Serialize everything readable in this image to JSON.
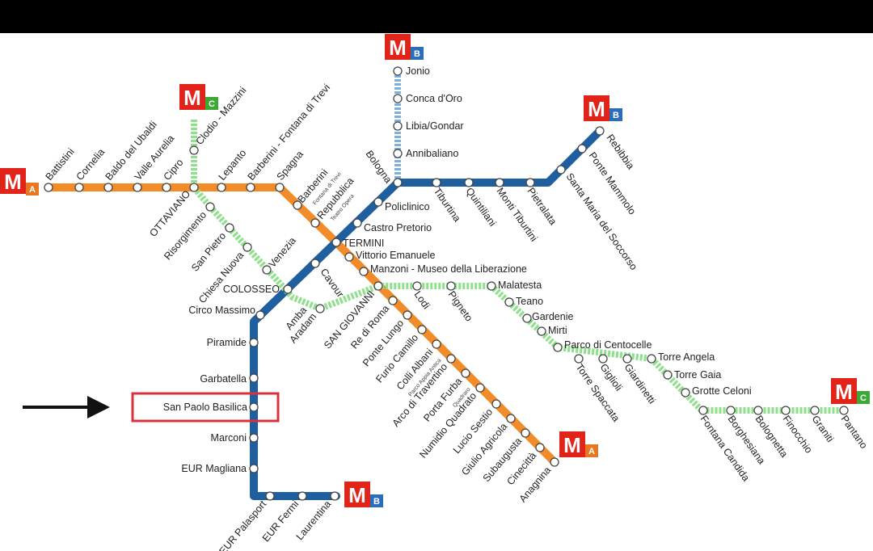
{
  "lines": {
    "A": {
      "name": "A",
      "color": "#f28c28",
      "logo_color": "#e87722"
    },
    "B": {
      "name": "B",
      "color": "#1f5fa0",
      "logo_color": "#2a6ebb"
    },
    "B1": {
      "name": "B",
      "color": "#7fb0dc",
      "logo_color": "#2a6ebb"
    },
    "C": {
      "name": "C",
      "color": "#8ee08a",
      "logo_color": "#3aa935"
    }
  },
  "metro_logo": {
    "letter": "M",
    "color": "#e2231a"
  },
  "highlight": {
    "station": "San Paolo Basilica",
    "box_color": "#d9323c",
    "arrow_color": "#111111"
  },
  "stations": {
    "battistini": "Battistini",
    "cornelia": "Cornelia",
    "baldo": "Baldo del Ubaldi",
    "valle": "Valle Aurelia",
    "cipro": "Cipro",
    "ottaviano": "OTTAVIANO",
    "lepanto": "Lepanto",
    "barberini_ft": "Barberini - Fontana di Trevi",
    "spagna": "Spagna",
    "barberini": "Barberini",
    "fontana_trevi": "Fontana di Trevi",
    "repubblica": "Repubblica",
    "teatro_opera": "Teatro Opera",
    "termini": "TERMINI",
    "vittorio": "Vittorio Emanuele",
    "manzoni": "Manzoni - Museo della Liberazione",
    "sangiovanni": "SAN GIOVANNI",
    "rediroma": "Re di Roma",
    "pontelungo": "Ponte Lungo",
    "furio": "Furio Camillo",
    "colli": "Colli Albani",
    "parco_appia": "Parco Appia Antica",
    "arco": "Arco di Travertino",
    "porta": "Porta Furba",
    "quadraro": "Quadraro",
    "numidio": "Numidio Quadrato",
    "lucio": "Lucio Sestio",
    "giulio": "Giulio Agricola",
    "subaugusta": "Subaugusta",
    "cinecitta": "Cinecittà",
    "anagnina": "Anagnina",
    "jonio": "Jonio",
    "conca": "Conca d'Oro",
    "libia": "Libia/Gondar",
    "annibaliano": "Annibaliano",
    "bologna": "Bologna",
    "policlinico": "Policlinico",
    "castro": "Castro Pretorio",
    "cavour": "Cavour",
    "colosseo": "COLOSSEO",
    "circo": "Circo Massimo",
    "piramide": "Piramide",
    "garbatella": "Garbatella",
    "sanpaolo": "San Paolo Basilica",
    "marconi": "Marconi",
    "eurmagliana": "EUR Magliana",
    "eurpalasport": "EUR Palasport",
    "eurfermi": "EUR Fermi",
    "laurentina": "Laurentina",
    "tiburtina": "Tiburtina",
    "quintiliani": "Quintiliani",
    "montetiburtini": "Monti Tiburtini",
    "pietralata": "Pietralata",
    "santamaria": "Santa Maria del Soccorso",
    "pontemammolo": "Ponte Mammolo",
    "rebibbia": "Rebibbia",
    "clodio": "Clodio - Mazzini",
    "risorgimento": "Risorgimento",
    "sanpietro": "San Pietro",
    "chiesanuova": "Chiesa Nuova",
    "venezia": "Venezia",
    "ambaaradam": "Amba",
    "aradam": "Aradam",
    "lodi": "Lodi",
    "pigneto": "Pigneto",
    "malatesta": "Malatesta",
    "teano": "Teano",
    "gardenie": "Gardenie",
    "mirti": "Mirti",
    "parcocentocelle": "Parco di Centocelle",
    "torrespaccata": "Torre Spaccata",
    "giglioli": "Giglioli",
    "giardinetti": "Giardinetti",
    "torreangela": "Torre Angela",
    "torregaia": "Torre Gaia",
    "grotteceloni": "Grotte Celoni",
    "fontanacandida": "Fontana Candida",
    "borghesiana": "Borghesiana",
    "bolognetta": "Bolognetta",
    "finocchio": "Finocchio",
    "graniti": "Graniti",
    "pantano": "Pantano"
  }
}
